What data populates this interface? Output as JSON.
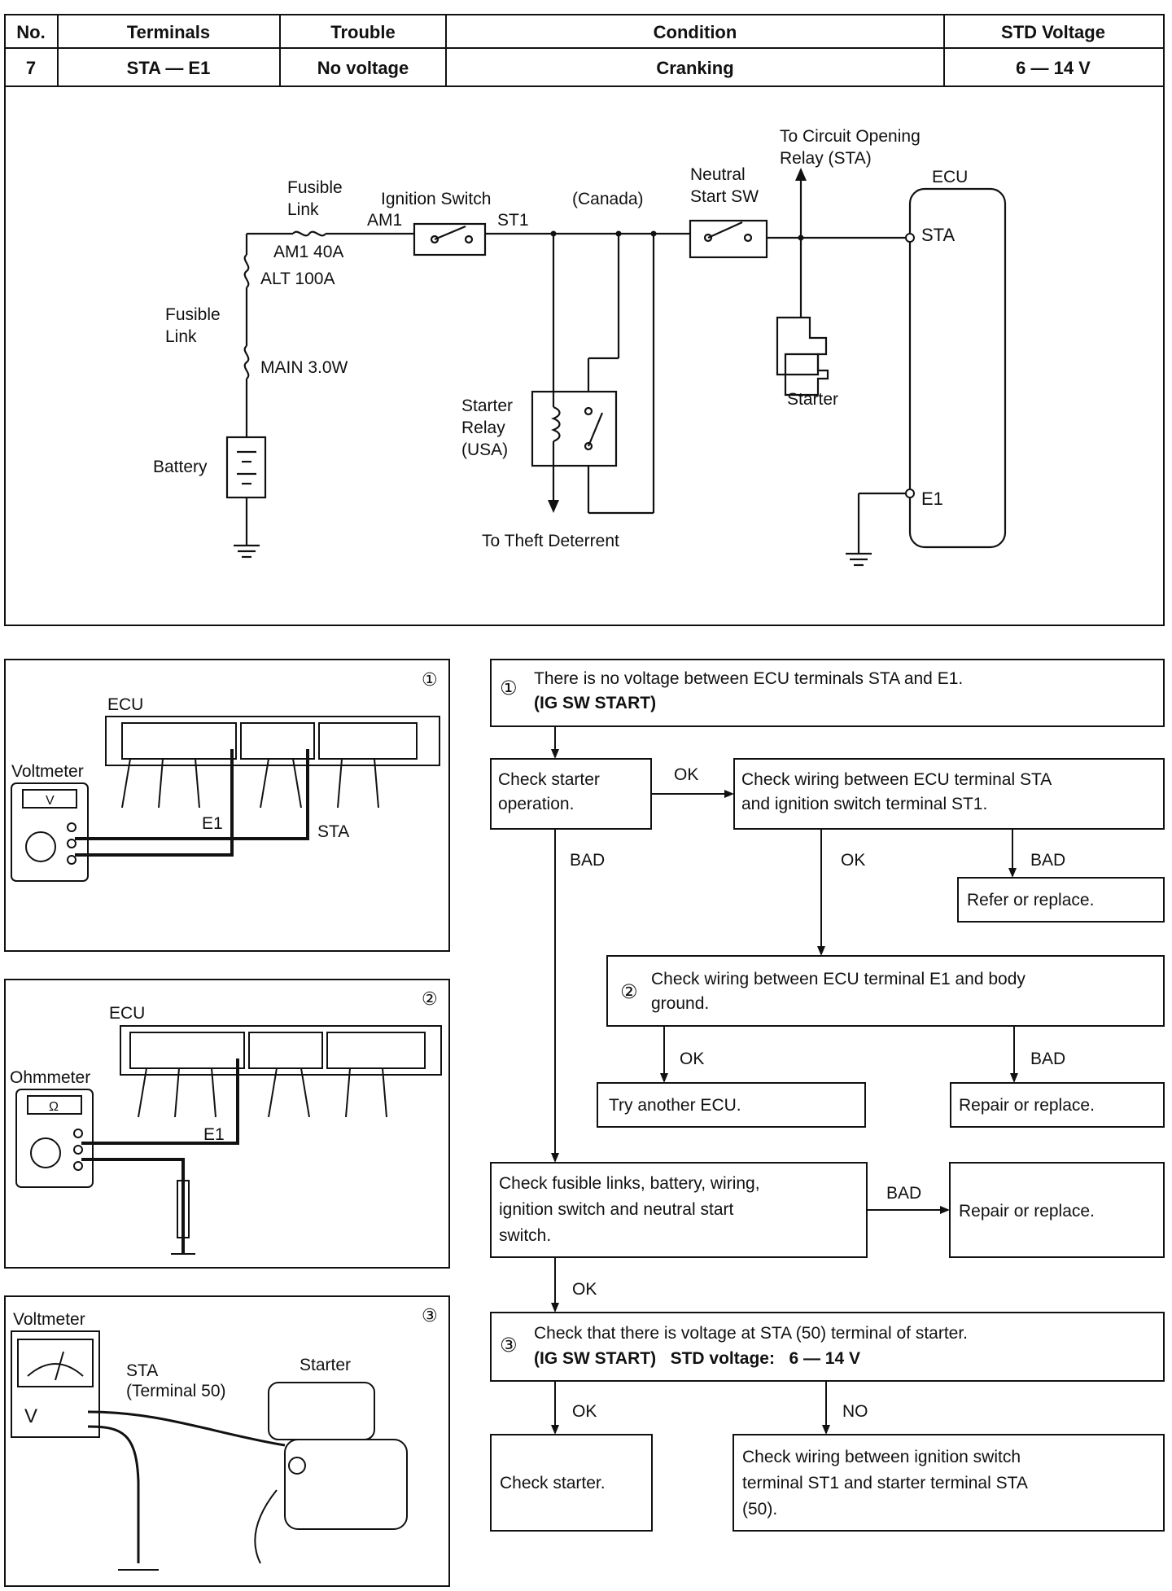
{
  "table": {
    "headers": [
      "No.",
      "Terminals",
      "Trouble",
      "Condition",
      "STD Voltage"
    ],
    "row": [
      "7",
      "STA — E1",
      "No voltage",
      "Cranking",
      "6 — 14 V"
    ]
  },
  "circuit": {
    "fusible_link_top": "Fusible\nLink",
    "am1_fuse": "AM1 40A",
    "alt_fuse": "ALT 100A",
    "fusible_link_left": "Fusible\nLink",
    "main_fuse": "MAIN 3.0W",
    "battery": "Battery",
    "ignition_switch": "Ignition Switch",
    "am1": "AM1",
    "st1": "ST1",
    "canada": "(Canada)",
    "neutral_start": "Neutral\nStart SW",
    "circuit_opening_relay": "To Circuit Opening\nRelay (STA)",
    "ecu": "ECU",
    "sta": "STA",
    "e1": "E1",
    "starter": "Starter",
    "starter_relay": "Starter\nRelay\n(USA)",
    "theft_deterrent": "To Theft Deterrent"
  },
  "figures": {
    "fig1": {
      "num": "①",
      "ecu": "ECU",
      "meter": "Voltmeter",
      "unit": "V",
      "e1": "E1",
      "sta": "STA"
    },
    "fig2": {
      "num": "②",
      "ecu": "ECU",
      "meter": "Ohmmeter",
      "unit": "Ω",
      "e1": "E1"
    },
    "fig3": {
      "num": "③",
      "meter": "Voltmeter",
      "unit": "V",
      "sta": "STA\n(Terminal 50)",
      "starter": "Starter"
    }
  },
  "flow": {
    "step1_num": "①",
    "step1_line1": "There is no voltage between ECU terminals STA and E1.",
    "step1_line2": "(IG SW START)",
    "check_starter_op": "Check starter\noperation.",
    "check_wiring_sta_st1": "Check wiring between ECU terminal STA\nand ignition switch terminal ST1.",
    "refer_replace": "Refer or replace.",
    "step2_num": "②",
    "step2_text": "Check wiring between ECU terminal E1 and body\nground.",
    "try_ecu": "Try another ECU.",
    "repair_replace_1": "Repair or replace.",
    "check_fusible": "Check fusible links, battery, wiring,\nignition switch and neutral start\nswitch.",
    "repair_replace_2": "Repair or replace.",
    "step3_num": "③",
    "step3_line1": "Check that there is voltage at STA (50) terminal of starter.",
    "step3_line2": "(IG SW START)   STD voltage:   6 — 14 V",
    "check_starter": "Check starter.",
    "check_wiring_st1_sta": "Check wiring between ignition switch\nterminal ST1 and starter terminal STA\n(50).",
    "ok": "OK",
    "bad": "BAD",
    "no": "NO"
  }
}
